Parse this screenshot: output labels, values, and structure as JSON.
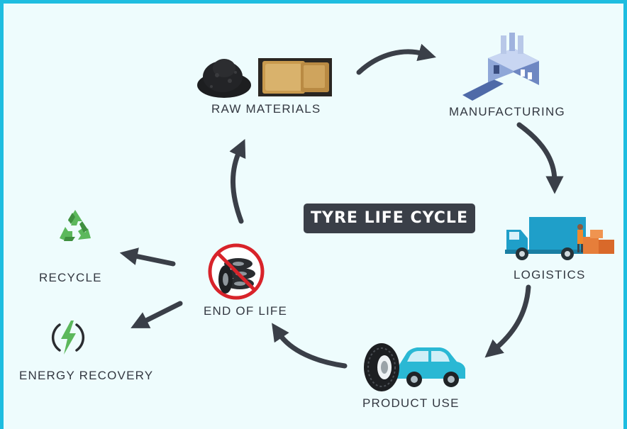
{
  "diagram": {
    "title": "TYRE LIFE CYCLE",
    "stages": {
      "raw_materials": "RAW MATERIALS",
      "manufacturing": "MANUFACTURING",
      "logistics": "LOGISTICS",
      "product_use": "PRODUCT USE",
      "end_of_life": "END OF LIFE",
      "recycle": "RECYCLE",
      "energy_recovery": "ENERGY RECOVERY"
    },
    "icons": {
      "raw_materials": [
        "carbon-black-powder-icon",
        "rubber-block-icon"
      ],
      "manufacturing": "factory-icon",
      "logistics": "delivery-truck-icon",
      "product_use": "car-and-tyre-icon",
      "end_of_life": "no-tyres-icon",
      "recycle": "recycle-icon",
      "energy_recovery": "energy-bolt-icon"
    },
    "colors": {
      "border": "#1ebde0",
      "background": "#eefcfd",
      "arrow": "#3a3f48",
      "title_bg": "#3a3f48",
      "recycle_green": "#5cb85c",
      "prohibit_red": "#d8232a"
    }
  }
}
